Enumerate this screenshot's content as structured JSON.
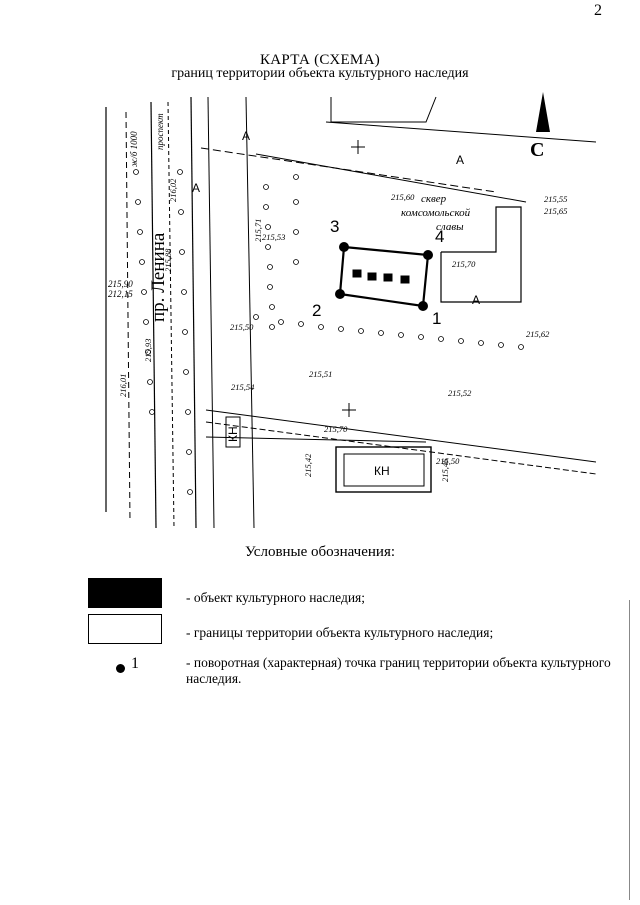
{
  "page_number": "2",
  "title_line1": "КАРТА (СХЕМА)",
  "title_line2": "границ территории объекта культурного наследия",
  "map": {
    "street_label": "пр. Ленина",
    "square_label_1": "сквер",
    "square_label_2": "комсомольской",
    "square_label_3": "славы",
    "north_label": "С",
    "point_labels": [
      "1",
      "2",
      "3",
      "4"
    ],
    "building_labels": [
      "А",
      "А",
      "А",
      "А",
      "КН",
      "КН"
    ],
    "elevations": [
      "215,60",
      "215,53",
      "215,50",
      "215,51",
      "215,54",
      "215,52",
      "215,62",
      "215,70",
      "215,55",
      "215,65",
      "215,50",
      "216,01",
      "215,93",
      "215,70",
      "215,88",
      "216,02",
      "215,42",
      "215,46",
      "215,71"
    ],
    "vertical_texts": [
      "ж/б 1000",
      "проспект",
      "215,90",
      "212,15"
    ]
  },
  "legend": {
    "heading": "Условные обозначения:",
    "item1": "- объект культурного наследия;",
    "item2": "- границы территории объекта культурного наследия;",
    "item3": "- поворотная (характерная) точка границ территории объекта культурного наследия.",
    "dot_number": "1"
  }
}
